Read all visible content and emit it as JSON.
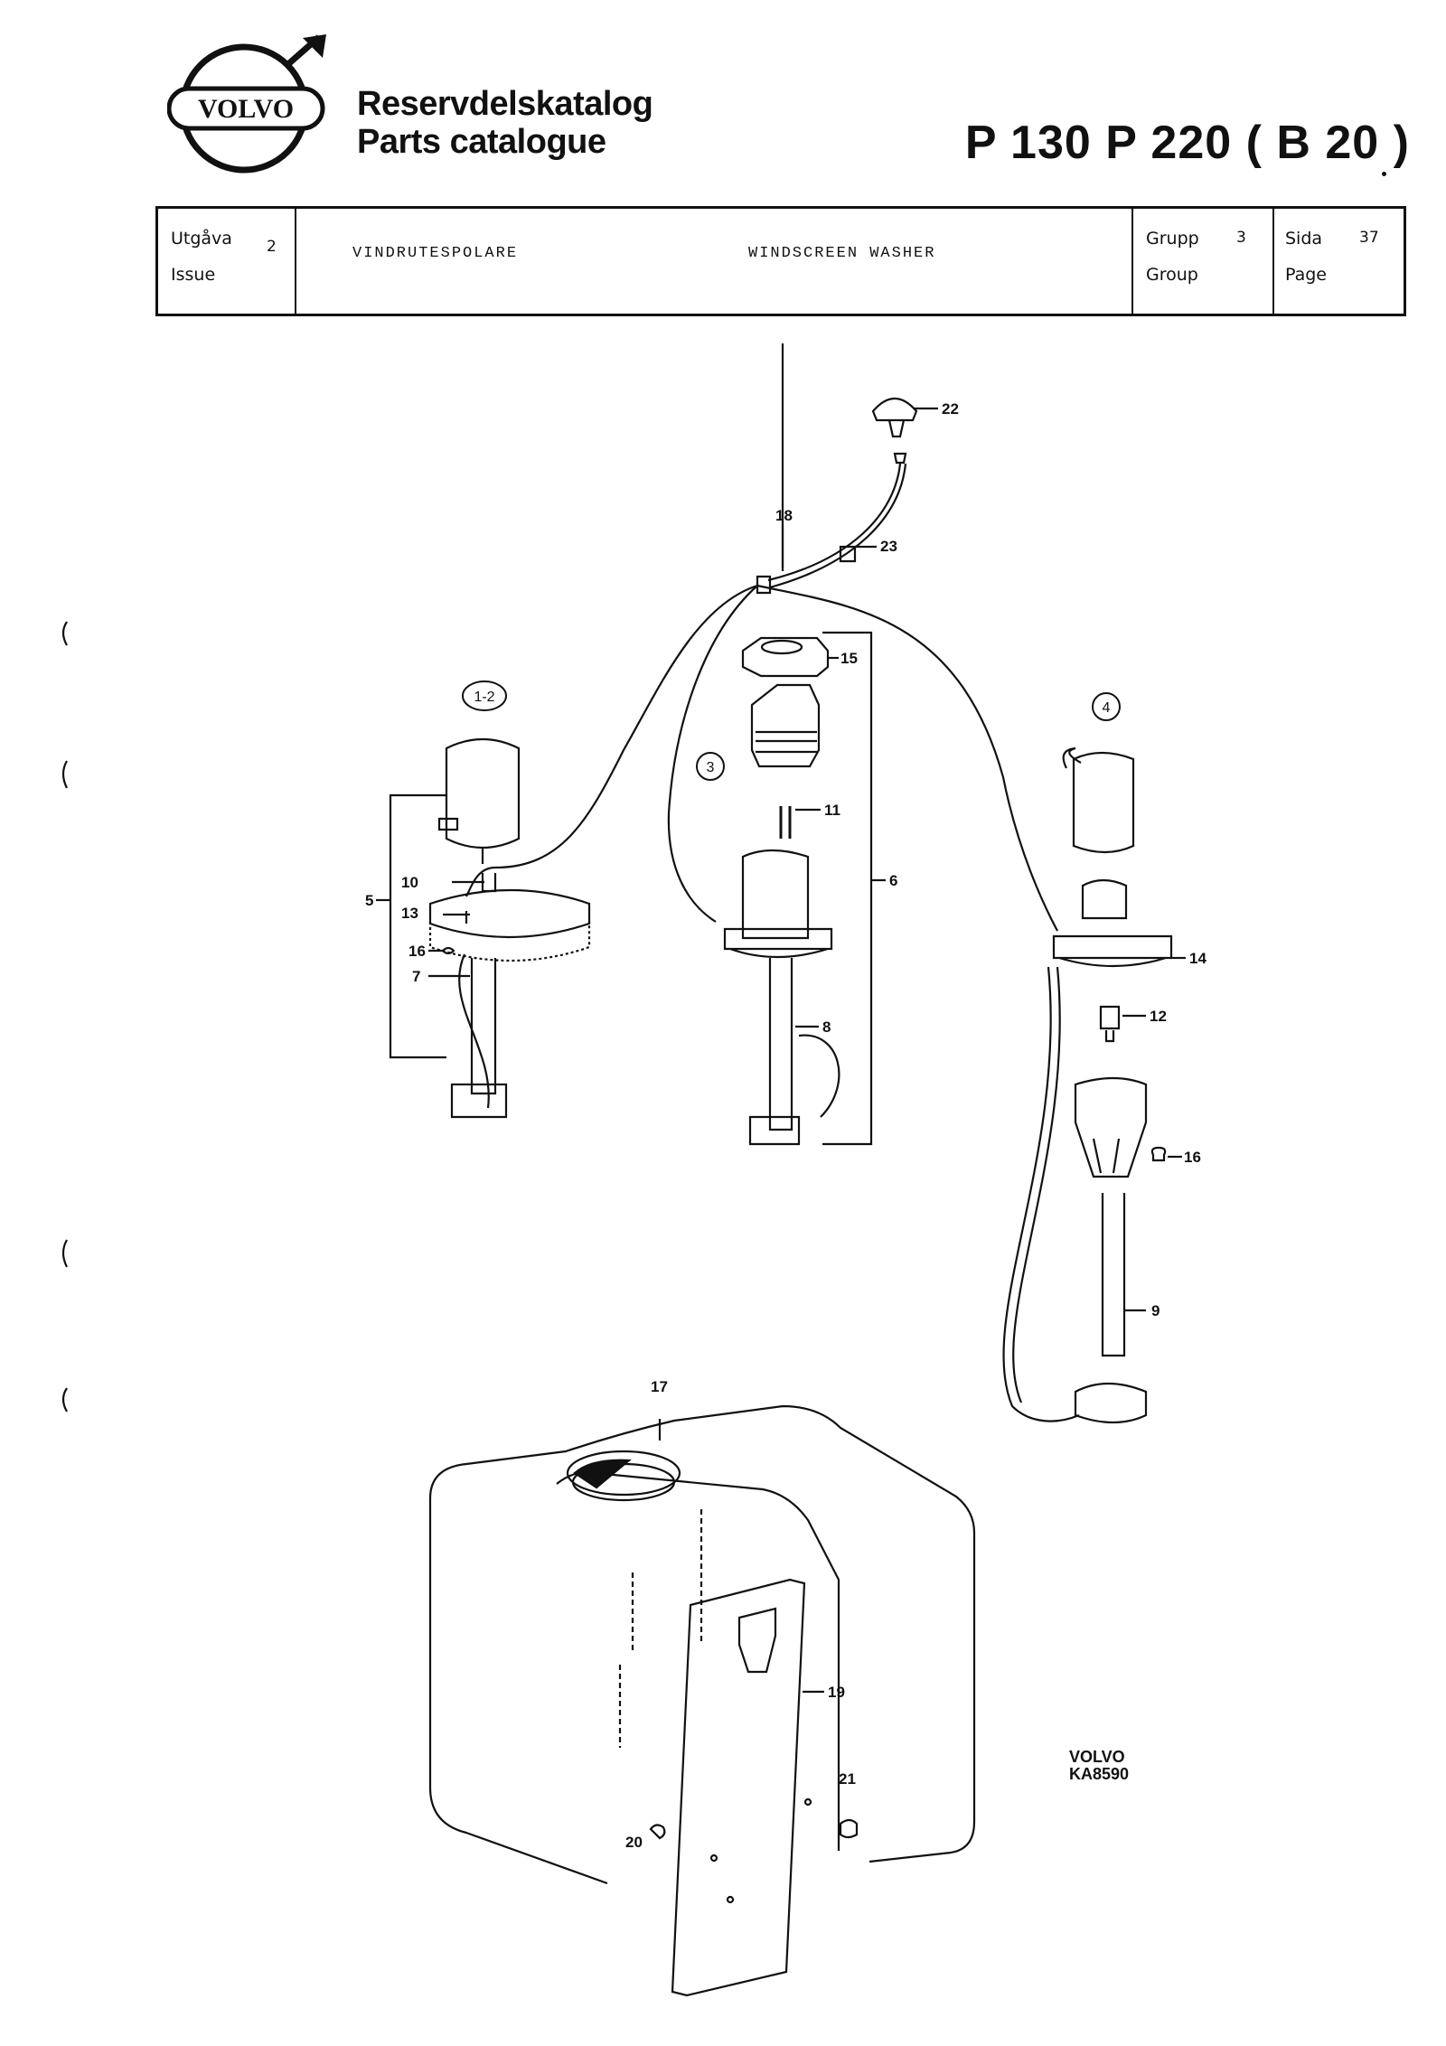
{
  "header": {
    "brand": "VOLVO",
    "title_sv": "Reservdelskatalog",
    "title_en": "Parts catalogue",
    "models": "P 130   P 220 ( B 20 )"
  },
  "info_table": {
    "issue_label_sv": "Utgåva",
    "issue_label_en": "Issue",
    "issue_value": "2",
    "section_sv": "VINDRUTESPOLARE",
    "section_en": "WINDSCREEN WASHER",
    "group_label_sv": "Grupp",
    "group_label_en": "Group",
    "group_value": "3",
    "page_label_sv": "Sida",
    "page_label_en": "Page",
    "page_value": "37"
  },
  "drawing": {
    "callouts": {
      "c22": "22",
      "c18": "18",
      "c23": "23",
      "c15": "15",
      "c11": "11",
      "c6": "6",
      "c8": "8",
      "c10": "10",
      "c5": "5",
      "c13": "13",
      "c16a": "16",
      "c7": "7",
      "c14": "14",
      "c12": "12",
      "c16b": "16",
      "c9": "9",
      "c17": "17",
      "c19": "19",
      "c21": "21",
      "c20": "20"
    },
    "variants": {
      "v12": "1-2",
      "v3": "3",
      "v4": "4"
    },
    "figure_brand": "VOLVO",
    "figure_code": "KA8590"
  }
}
